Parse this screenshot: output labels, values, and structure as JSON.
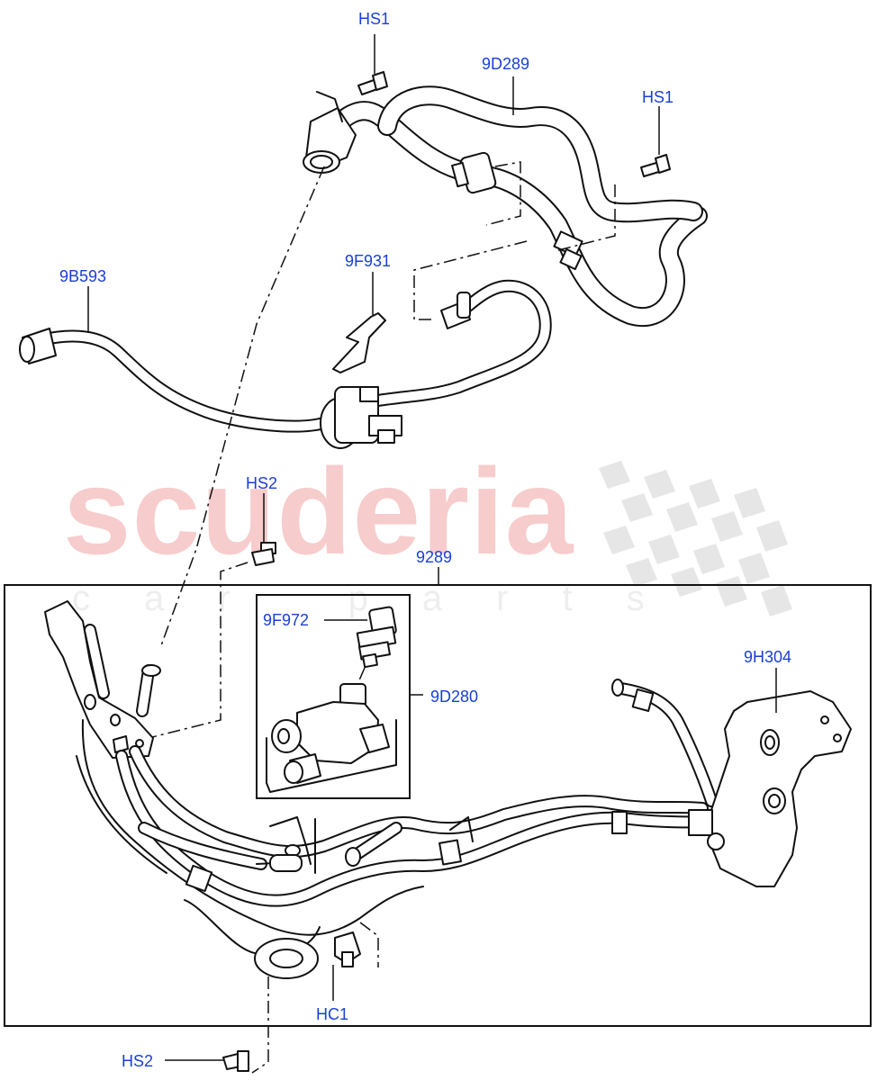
{
  "watermark": {
    "brand": "scuderia",
    "sub": "car parts"
  },
  "labels": {
    "hs1_top": "HS1",
    "hs1_right": "HS1",
    "p9d289": "9D289",
    "p9b593": "9B593",
    "p9f931": "9F931",
    "hs2_mid": "HS2",
    "p9289": "9289",
    "p9f972": "9F972",
    "p9d280": "9D280",
    "p9h304": "9H304",
    "hc1": "HC1",
    "hs2_bottom": "HS2"
  },
  "colors": {
    "label_text": "#1a3fd6",
    "line_art": "#111111",
    "watermark_red": "#f7cccc",
    "watermark_grey": "#dddddd"
  }
}
